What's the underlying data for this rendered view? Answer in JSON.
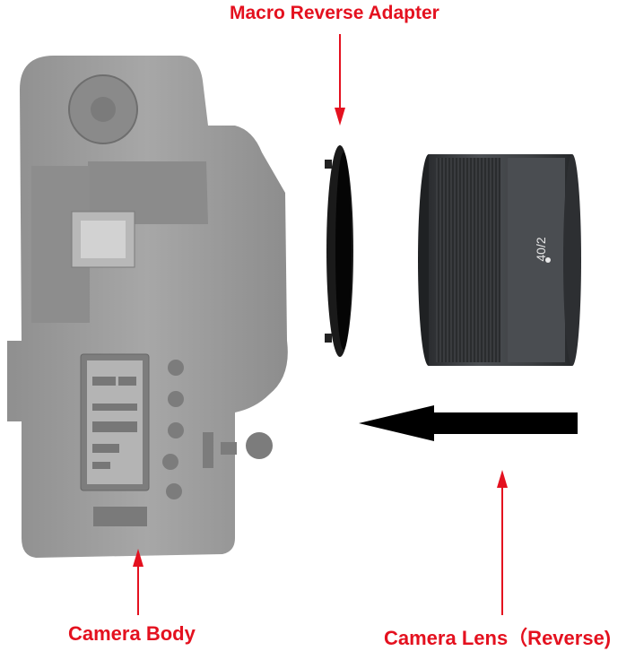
{
  "labels": {
    "adapter": "Macro Reverse Adapter",
    "body": "Camera Body",
    "lens": "Camera Lens（Reverse)"
  },
  "lens_marking": "40/2",
  "colors": {
    "annotation_red": "#e4111f",
    "camera_grey": "#9a9a9a",
    "lens_dark": "#3a3c3f",
    "arrow_black": "#000000"
  }
}
